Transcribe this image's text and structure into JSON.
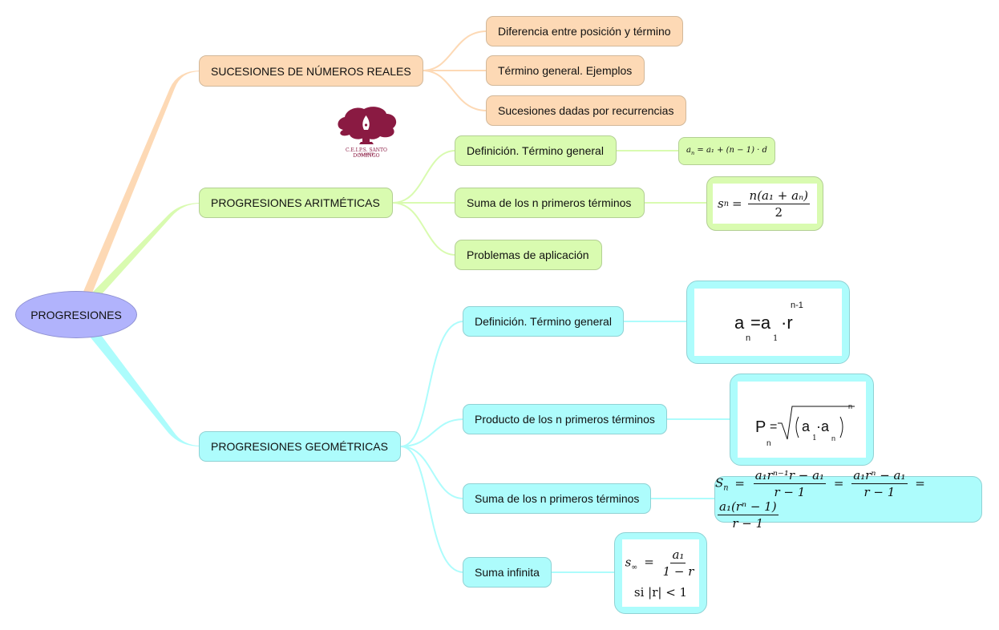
{
  "root": {
    "label": "PROGRESIONES"
  },
  "colors": {
    "root": "#b1b3fc",
    "sucesiones": "#fdd9b5",
    "aritmeticas": "#d9fbb0",
    "geometricas": "#adfcfc",
    "logo": "#8a1a42"
  },
  "logo": {
    "line1": "C.E.I.P.S. SANTO DOMINGO",
    "line2": "ALGETE"
  },
  "branches": {
    "sucesiones": {
      "label": "SUCESIONES DE NÚMEROS REALES",
      "children": [
        "Diferencia entre posición y término",
        "Término general. Ejemplos",
        "Sucesiones dadas por recurrencias"
      ]
    },
    "aritmeticas": {
      "label": "PROGRESIONES ARITMÉTICAS",
      "children": [
        "Definición. Término general",
        "Suma de los n primeros términos",
        "Problemas de aplicación"
      ],
      "formulas": {
        "termino_general": {
          "lhs": "a",
          "lhs_sub": "n",
          "rhs": "= a₁ + (n − 1) · d"
        },
        "suma": {
          "lhs": "s",
          "lhs_sub": "n",
          "num": "n(a₁ + aₙ)",
          "den": "2"
        }
      }
    },
    "geometricas": {
      "label": "PROGRESIONES GEOMÉTRICAS",
      "children": [
        "Definición. Término general",
        "Producto de los n primeros términos",
        "Suma de los n primeros términos",
        "Suma infinita"
      ],
      "formulas": {
        "termino_general": {
          "a": "a",
          "n": "n",
          "eq": "=a",
          "one": "1",
          "dot_r": "·r",
          "exp": "n-1"
        },
        "producto": {
          "P": "P",
          "n": "n",
          "eq": "=",
          "a1": "a",
          "one": "1",
          "dot": "·a",
          "an": "n",
          "exp": "n"
        },
        "suma": {
          "lhs": "S",
          "lhs_sub": "n",
          "f1_num": "a₁rⁿ⁻¹r − a₁",
          "f1_den": "r − 1",
          "f2_num": "a₁rⁿ − a₁",
          "f2_den": "r − 1",
          "f3_num": "a₁(rⁿ − 1)",
          "f3_den": "r − 1"
        },
        "infinita": {
          "lhs": "s",
          "lhs_sub": "∞",
          "num": "a₁",
          "den": "1 − r",
          "condition": "si |r| < 1"
        }
      }
    }
  }
}
